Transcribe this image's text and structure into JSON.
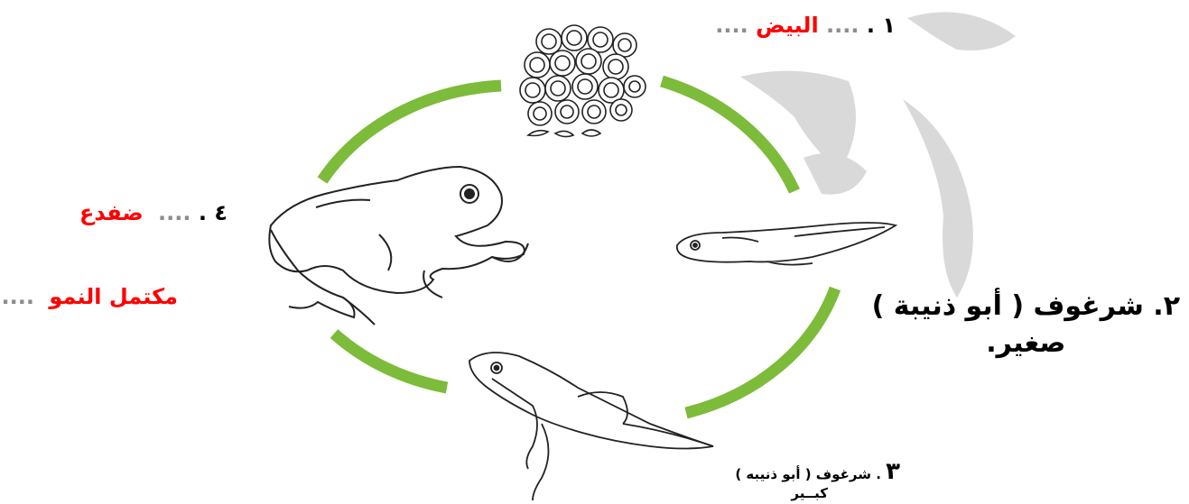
{
  "colors": {
    "cycle_arc": "#7dbb3a",
    "answer_text": "#ff0000",
    "body_text": "#000000",
    "watermark": "#d9d9d9"
  },
  "stages": [
    {
      "number": "١",
      "sep": ".",
      "dots_before": "....",
      "answer": "البيض",
      "dots_after": "...."
    },
    {
      "number": "٢",
      "sep": ".",
      "text": "شرغوف ( أبو ذنيبة )",
      "text2": "صغير."
    },
    {
      "number": "٣",
      "sep": ".",
      "text": "شرغوف ( أبو ذنيبه )",
      "text2": "كبــير"
    },
    {
      "number": "٤",
      "sep": ".",
      "dots_before": "....",
      "answer": "ضفدع",
      "answer2": "مكتمل النمو",
      "dots_after": "...."
    }
  ]
}
